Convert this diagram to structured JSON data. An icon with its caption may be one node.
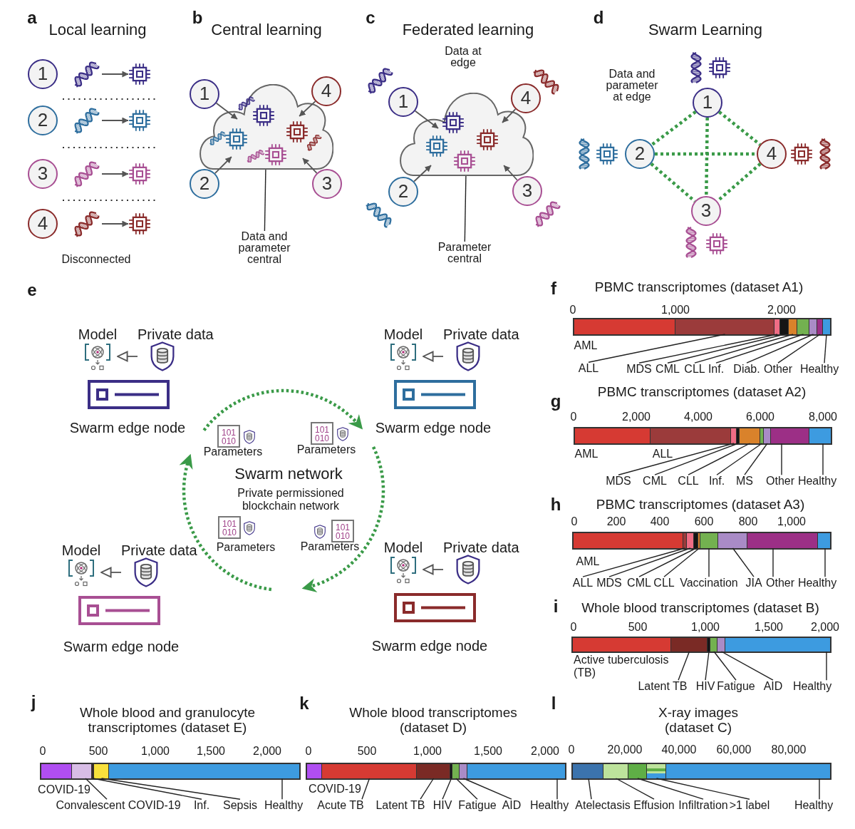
{
  "diagram": {
    "nodes": [
      {
        "text": [
          "1"
        ]
      },
      {
        "text": [],
        "shape": "picture"
      },
      {
        "text": [],
        "shape": "picture"
      },
      {
        "text": [
          "2"
        ]
      },
      {
        "text": [],
        "shape": "picture"
      },
      {
        "text": [],
        "shape": "picture"
      },
      {
        "text": [
          "3"
        ]
      },
      {
        "text": [],
        "shape": "picture"
      },
      {
        "text": [],
        "shape": "picture"
      },
      {
        "text": [
          "4"
        ]
      },
      {
        "text": [],
        "shape": "picture"
      },
      {
        "text": [],
        "shape": "picture"
      },
      {
        "text": [
          "1"
        ]
      },
      {
        "text": [
          "4"
        ]
      },
      {
        "text": [],
        "shape": "cloud"
      },
      {
        "text": [
          "2"
        ]
      },
      {
        "text": [
          "3"
        ]
      },
      {
        "text": [
          "Data and parameter central"
        ]
      },
      {
        "text": [
          "1"
        ]
      },
      {
        "text": [
          "4"
        ]
      },
      {
        "text": [],
        "shape": "cloud"
      },
      {
        "text": [
          "2"
        ]
      },
      {
        "text": [
          "3"
        ]
      },
      {
        "text": [
          "Parameter central"
        ]
      },
      {
        "text": [
          "1"
        ]
      },
      {
        "text": [
          "2"
        ]
      },
      {
        "text": [
          "4"
        ]
      },
      {
        "text": [
          "3"
        ]
      },
      {
        "text": [
          "Model"
        ]
      },
      {
        "text": [
          "Private data"
        ]
      },
      {
        "text": [
          "Swarm edge node"
        ]
      },
      {
        "text": [
          "Model"
        ]
      },
      {
        "text": [
          "Private data"
        ]
      },
      {
        "text": [
          "Swarm edge node"
        ]
      },
      {
        "text": [
          "Model"
        ]
      },
      {
        "text": [
          "Private data"
        ]
      },
      {
        "text": [
          "Swarm edge node"
        ]
      },
      {
        "text": [
          "Model"
        ]
      },
      {
        "text": [
          "Private data"
        ]
      },
      {
        "text": [
          "Swarm edge node"
        ]
      },
      {
        "text": [
          "Swarm network",
          "Private permissioned blockchain network"
        ]
      },
      {
        "text": [
          "101 010",
          "Parameters"
        ],
        "in": 40
      },
      {
        "text": [
          "101 010",
          "Parameters"
        ],
        "in": 40
      },
      {
        "text": [
          "101 010",
          "Parameters"
        ],
        "in": 40
      },
      {
        "text": [
          "101 010",
          "Parameters"
        ],
        "in": 40
      },
      {
        "text": [],
        "shape": "bar"
      },
      {
        "text": [],
        "shape": "bar"
      },
      {
        "text": [],
        "shape": "bar"
      },
      {
        "text": [],
        "shape": "bar"
      },
      {
        "text": [],
        "shape": "bar"
      },
      {
        "text": [],
        "shape": "bar"
      },
      {
        "text": [],
        "shape": "bar"
      },
      {
        "text": [],
        "shape": "bar"
      },
      {
        "text": [],
        "shape": "bar"
      },
      {
        "text": [
          "ALL"
        ]
      },
      {
        "text": [
          "MDS"
        ]
      },
      {
        "text": [
          "CML"
        ]
      },
      {
        "text": [
          "CLL"
        ]
      },
      {
        "text": [
          "Inf."
        ]
      },
      {
        "text": [
          "Diab."
        ]
      },
      {
        "text": [
          "Other"
        ]
      },
      {
        "text": [
          "Healthy"
        ]
      },
      {
        "text": [],
        "shape": "bar"
      },
      {
        "text": [],
        "shape": "bar"
      },
      {
        "text": [],
        "shape": "bar"
      },
      {
        "text": [],
        "shape": "bar"
      },
      {
        "text": [],
        "shape": "bar"
      },
      {
        "text": [],
        "shape": "bar"
      },
      {
        "text": [],
        "shape": "bar"
      },
      {
        "text": [],
        "shape": "bar"
      },
      {
        "text": [],
        "shape": "bar"
      },
      {
        "text": [
          "MDS"
        ]
      },
      {
        "text": [
          "CML"
        ]
      },
      {
        "text": [
          "CLL"
        ]
      },
      {
        "text": [
          "Inf."
        ]
      },
      {
        "text": [
          "MS"
        ]
      },
      {
        "text": [
          "Other"
        ]
      },
      {
        "text": [
          "Healthy"
        ]
      },
      {
        "text": [],
        "shape": "bar"
      },
      {
        "text": [],
        "shape": "bar"
      },
      {
        "text": [],
        "shape": "bar"
      },
      {
        "text": [],
        "shape": "bar"
      },
      {
        "text": [],
        "shape": "bar"
      },
      {
        "text": [],
        "shape": "bar"
      },
      {
        "text": [],
        "shape": "bar"
      },
      {
        "text": [],
        "shape": "bar"
      },
      {
        "text": [],
        "shape": "bar"
      },
      {
        "text": [
          "ALL"
        ]
      },
      {
        "text": [
          "MDS"
        ]
      },
      {
        "text": [
          "CML"
        ]
      },
      {
        "text": [
          "CLL"
        ]
      },
      {
        "text": [
          "Vaccination"
        ]
      },
      {
        "text": [
          "JIA"
        ]
      },
      {
        "text": [
          "Other"
        ]
      },
      {
        "text": [
          "Healthy"
        ]
      },
      {
        "text": [],
        "shape": "bar"
      },
      {
        "text": [],
        "shape": "bar"
      },
      {
        "text": [],
        "shape": "bar"
      },
      {
        "text": [],
        "shape": "bar"
      },
      {
        "text": [],
        "shape": "bar"
      },
      {
        "text": [],
        "shape": "bar"
      },
      {
        "text": [
          "Latent TB"
        ]
      },
      {
        "text": [
          "HIV"
        ]
      },
      {
        "text": [
          "Fatigue"
        ]
      },
      {
        "text": [
          "AID"
        ]
      },
      {
        "text": [
          "Healthy"
        ]
      },
      {
        "text": [],
        "shape": "bar"
      },
      {
        "text": [],
        "shape": "bar"
      },
      {
        "text": [],
        "shape": "bar"
      },
      {
        "text": [],
        "shape": "bar"
      },
      {
        "text": [],
        "shape": "bar"
      },
      {
        "text": [
          "Convalescent COVID-19"
        ]
      },
      {
        "text": [
          "Inf."
        ]
      },
      {
        "text": [
          "Sepsis"
        ]
      },
      {
        "text": [
          "Healthy"
        ]
      },
      {
        "text": [],
        "shape": "bar"
      },
      {
        "text": [],
        "shape": "bar"
      },
      {
        "text": [],
        "shape": "bar"
      },
      {
        "text": [],
        "shape": "bar"
      },
      {
        "text": [],
        "shape": "bar"
      },
      {
        "text": [],
        "shape": "bar"
      },
      {
        "text": [],
        "shape": "bar"
      },
      {
        "text": [
          "Acute TB"
        ]
      },
      {
        "text": [
          "Latent TB"
        ]
      },
      {
        "text": [
          "HIV"
        ]
      },
      {
        "text": [
          "Fatigue"
        ]
      },
      {
        "text": [
          "AID"
        ]
      },
      {
        "text": [
          "Healthy"
        ]
      },
      {
        "text": [],
        "shape": "bar"
      },
      {
        "text": [],
        "shape": "bar"
      },
      {
        "text": [],
        "shape": "bar"
      },
      {
        "text": [],
        "shape": "bar"
      },
      {
        "text": [],
        "shape": "bar"
      },
      {
        "text": [
          "Atelectasis"
        ]
      },
      {
        "text": [
          "Effusion"
        ]
      },
      {
        "text": [
          "Infiltration"
        ]
      },
      {
        "text": [
          ">1 label"
        ]
      },
      {
        "text": [
          "Healthy"
        ]
      }
    ],
    "edges": [
      {
        "from": 1,
        "to": 2,
        "arrow": "to"
      },
      {
        "from": 4,
        "to": 5,
        "arrow": "to"
      },
      {
        "from": 7,
        "to": 8,
        "arrow": "to"
      },
      {
        "from": 10,
        "to": 11,
        "arrow": "to"
      },
      {
        "from": 12,
        "to": 14,
        "arrow": "to"
      },
      {
        "from": 13,
        "to": 14,
        "arrow": "to"
      },
      {
        "from": 15,
        "to": 14,
        "arrow": "to"
      },
      {
        "from": 16,
        "to": 14,
        "arrow": "to"
      },
      {
        "from": 17,
        "to": 14,
        "arrow": "none"
      },
      {
        "from": 18,
        "to": 20,
        "arrow": "to"
      },
      {
        "from": 19,
        "to": 20,
        "arrow": "to"
      },
      {
        "from": 21,
        "to": 20,
        "arrow": "to"
      },
      {
        "from": 22,
        "to": 20,
        "arrow": "to"
      },
      {
        "from": 23,
        "to": 20,
        "arrow": "none"
      },
      {
        "from": 24,
        "to": 25,
        "arrow": "none",
        "style": "dashed",
        "color": "#3a9a48"
      },
      {
        "from": 24,
        "to": 26,
        "arrow": "none",
        "style": "dashed",
        "color": "#3a9a48"
      },
      {
        "from": 24,
        "to": 27,
        "arrow": "none",
        "style": "dashed",
        "color": "#3a9a48"
      },
      {
        "from": 25,
        "to": 26,
        "arrow": "none",
        "style": "dashed",
        "color": "#3a9a48"
      },
      {
        "from": 25,
        "to": 27,
        "arrow": "none",
        "style": "dashed",
        "color": "#3a9a48"
      },
      {
        "from": 26,
        "to": 27,
        "arrow": "none",
        "style": "dashed",
        "color": "#3a9a48"
      },
      {
        "from": 29,
        "to": 28,
        "arrow": "to"
      },
      {
        "from": 32,
        "to": 31,
        "arrow": "to"
      },
      {
        "from": 35,
        "to": 34,
        "arrow": "to"
      },
      {
        "from": 38,
        "to": 37,
        "arrow": "to"
      },
      {
        "from": 54,
        "to": 46,
        "arrow": "none"
      },
      {
        "from": 55,
        "to": 47,
        "arrow": "none"
      },
      {
        "from": 56,
        "to": 48,
        "arrow": "none"
      },
      {
        "from": 57,
        "to": 49,
        "arrow": "none"
      },
      {
        "from": 58,
        "to": 50,
        "arrow": "none"
      },
      {
        "from": 59,
        "to": 51,
        "arrow": "none"
      },
      {
        "from": 60,
        "to": 52,
        "arrow": "none"
      },
      {
        "from": 61,
        "to": 53,
        "arrow": "none"
      },
      {
        "from": 71,
        "to": 64,
        "arrow": "none"
      },
      {
        "from": 72,
        "to": 65,
        "arrow": "none"
      },
      {
        "from": 73,
        "to": 66,
        "arrow": "none"
      },
      {
        "from": 74,
        "to": 67,
        "arrow": "none"
      },
      {
        "from": 75,
        "to": 68,
        "arrow": "none"
      },
      {
        "from": 76,
        "to": 69,
        "arrow": "none"
      },
      {
        "from": 77,
        "to": 70,
        "arrow": "none"
      },
      {
        "from": 87,
        "to": 79,
        "arrow": "none"
      },
      {
        "from": 88,
        "to": 80,
        "arrow": "none"
      },
      {
        "from": 89,
        "to": 81,
        "arrow": "none"
      },
      {
        "from": 90,
        "to": 82,
        "arrow": "none"
      },
      {
        "from": 91,
        "to": 83,
        "arrow": "none"
      },
      {
        "from": 92,
        "to": 84,
        "arrow": "none"
      },
      {
        "from": 93,
        "to": 85,
        "arrow": "none"
      },
      {
        "from": 94,
        "to": 86,
        "arrow": "none"
      },
      {
        "from": 101,
        "to": 96,
        "arrow": "none"
      },
      {
        "from": 102,
        "to": 97,
        "arrow": "none"
      },
      {
        "from": 103,
        "to": 98,
        "arrow": "none"
      },
      {
        "from": 104,
        "to": 99,
        "arrow": "none"
      },
      {
        "from": 105,
        "to": 100,
        "arrow": "none"
      },
      {
        "from": 111,
        "to": 107,
        "arrow": "none"
      },
      {
        "from": 112,
        "to": 108,
        "arrow": "none"
      },
      {
        "from": 113,
        "to": 109,
        "arrow": "none"
      },
      {
        "from": 114,
        "to": 110,
        "arrow": "none"
      },
      {
        "from": 122,
        "to": 116,
        "arrow": "none"
      },
      {
        "from": 123,
        "to": 117,
        "arrow": "none"
      },
      {
        "from": 124,
        "to": 118,
        "arrow": "none"
      },
      {
        "from": 125,
        "to": 119,
        "arrow": "none"
      },
      {
        "from": 126,
        "to": 120,
        "arrow": "none"
      },
      {
        "from": 127,
        "to": 121,
        "arrow": "none"
      },
      {
        "from": 133,
        "to": 128,
        "arrow": "none"
      },
      {
        "from": 134,
        "to": 129,
        "arrow": "none"
      },
      {
        "from": 135,
        "to": 130,
        "arrow": "none"
      },
      {
        "from": 136,
        "to": 131,
        "arrow": "none"
      },
      {
        "from": 137,
        "to": 132,
        "arrow": "none"
      }
    ],
    "labels": [
      "a",
      "Local learning",
      "Disconnected",
      "b",
      "Central learning",
      "c",
      "Federated learning",
      "Data at edge",
      "d",
      "Swarm Learning",
      "Data and parameter at edge",
      "e",
      "f",
      "PBMC transcriptomes (dataset A1)",
      "0",
      "1,000",
      "2,000",
      "AML",
      "g",
      "PBMC transcriptomes (dataset A2)",
      "0",
      "2,000",
      "4,000",
      "6,000",
      "8,000",
      "AML",
      "ALL",
      "h",
      "PBMC transcriptomes (dataset A3)",
      "0",
      "200",
      "400",
      "600",
      "800",
      "1,000",
      "AML",
      "i",
      "Whole blood transcriptomes (dataset B)",
      "0",
      "500",
      "1,000",
      "1,500",
      "2,000",
      "Active tuberculosis (TB)",
      "j",
      "Whole blood and granulocyte transcriptomes (dataset E)",
      "0",
      "500",
      "1,000",
      "1,500",
      "2,000",
      "COVID-19",
      "k",
      "Whole blood transcriptomes (dataset D)",
      "0",
      "500",
      "1,000",
      "1,500",
      "2,000",
      "COVID-19",
      "l",
      "X-ray images (dataset C)",
      "0",
      "20,000",
      "40,000",
      "60,000",
      "80,000"
    ]
  }
}
